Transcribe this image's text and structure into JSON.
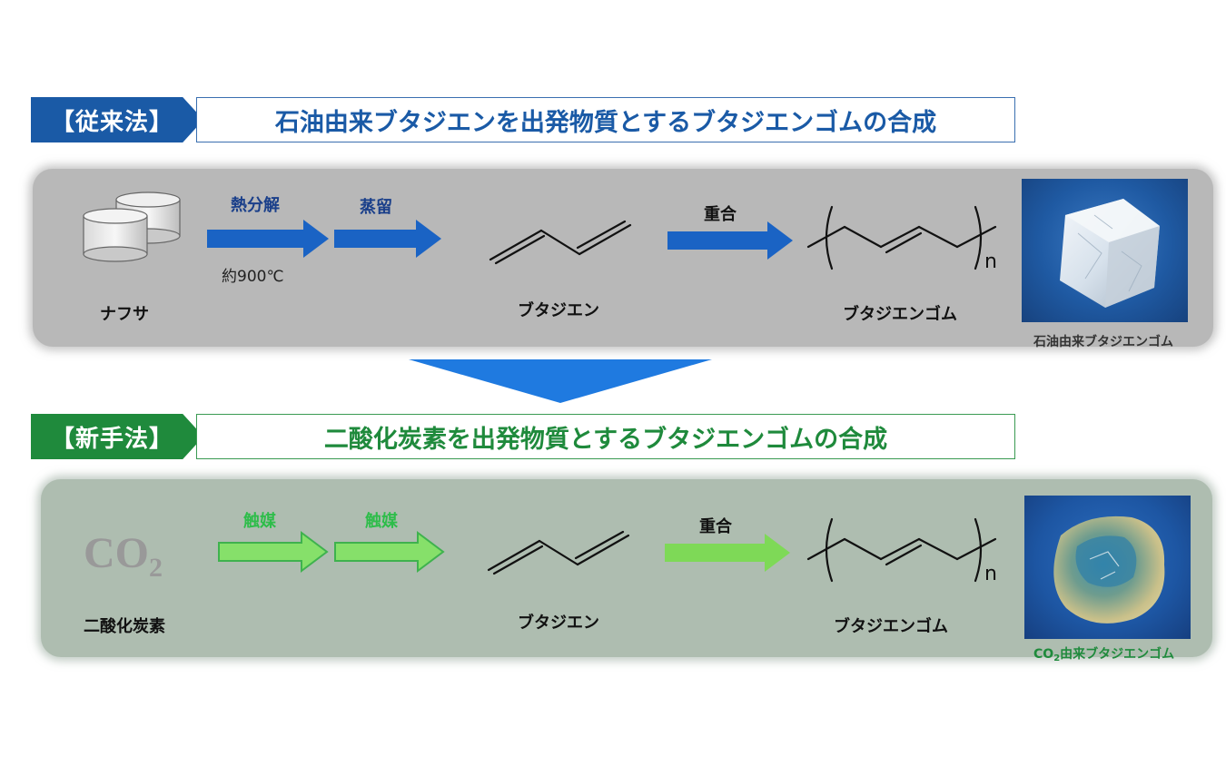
{
  "conventional": {
    "tag": "【従来法】",
    "title": "石油由来ブタジエンを出発物質とするブタジエンゴムの合成",
    "start_label": "ナフサ",
    "step1_label": "熱分解",
    "step1_condition": "約900℃",
    "step2_label": "蒸留",
    "intermediate_label": "ブタジエン",
    "step3_label": "重合",
    "product_label": "ブタジエンゴム",
    "photo_caption": "石油由来ブタジエンゴム",
    "subscript_n": "n"
  },
  "new": {
    "tag": "【新手法】",
    "title": "二酸化炭素を出発物質とするブタジエンゴムの合成",
    "co2_main": "CO",
    "co2_sub": "2",
    "start_label": "二酸化炭素",
    "step1_label": "触媒",
    "step2_label": "触媒",
    "intermediate_label": "ブタジエン",
    "step3_label": "重合",
    "product_label": "ブタジエンゴム",
    "photo_caption_main": "CO",
    "photo_caption_sub": "2",
    "photo_caption_rest": "由来ブタジエンゴム",
    "subscript_n": "n"
  },
  "colors": {
    "conventional_accent": "#1a5aa6",
    "new_accent": "#1f8a3c",
    "green_arrow": "#7ed957",
    "blue_arrow": "#1a63c4",
    "transition_arrow": "#1f7ae0"
  }
}
